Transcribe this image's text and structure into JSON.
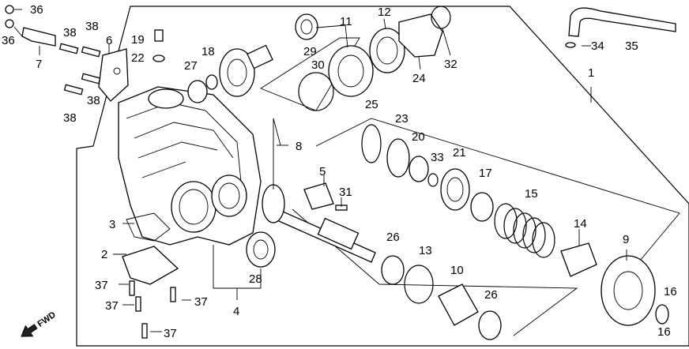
{
  "diagram": {
    "callouts": [
      "1",
      "2",
      "3",
      "4",
      "5",
      "6",
      "7",
      "8",
      "9",
      "10",
      "11",
      "12",
      "13",
      "14",
      "15",
      "16",
      "16",
      "17",
      "18",
      "19",
      "20",
      "21",
      "22",
      "23",
      "24",
      "25",
      "26",
      "26",
      "27",
      "28",
      "29",
      "30",
      "31",
      "32",
      "33",
      "34",
      "35",
      "36",
      "36",
      "37",
      "37",
      "37",
      "37",
      "38",
      "38",
      "38",
      "38"
    ],
    "fwd_label": "FWD"
  }
}
